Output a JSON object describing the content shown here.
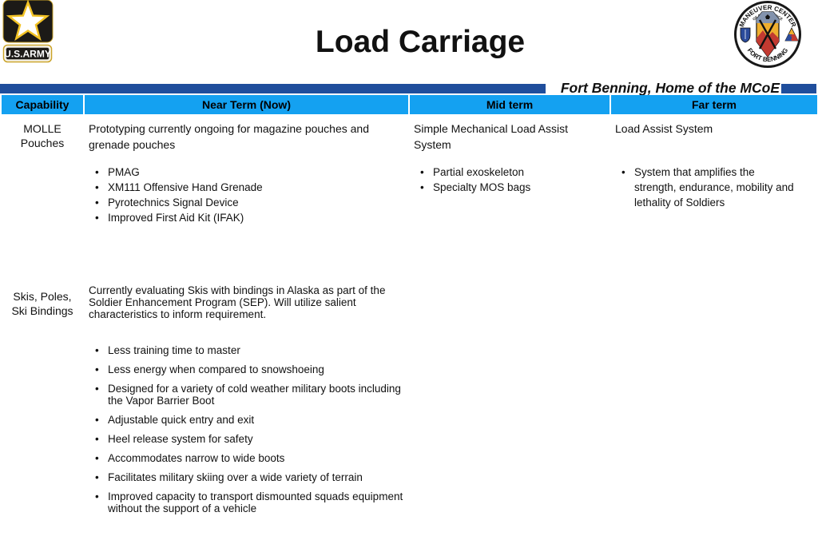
{
  "slide": {
    "title": "Load Carriage",
    "tagline": "Fort Benning, Home of the MCoE",
    "army_logo_text": "U.S.ARMY",
    "badge": {
      "top_text": "MANEUVER CENTER",
      "mid_text": "OF EXCELLENCE",
      "bottom_text": "FORT BENNING"
    },
    "colors": {
      "header_blue": "#14A1F1",
      "bar_navy": "#1F4E9C",
      "army_gold": "#F2C224"
    }
  },
  "table": {
    "headers": [
      "Capability",
      "Near Term (Now)",
      "Mid term",
      "Far term"
    ],
    "rows": [
      {
        "capability": "MOLLE\nPouches",
        "cells": [
          {
            "intro": "Prototyping currently ongoing for magazine pouches and grenade pouches",
            "bullets": [
              "PMAG",
              "XM111 Offensive Hand Grenade",
              "Pyrotechnics Signal Device",
              "Improved First Aid Kit (IFAK)"
            ]
          },
          {
            "intro": "Simple Mechanical Load Assist System",
            "bullets": [
              "Partial exoskeleton",
              "Specialty MOS bags"
            ]
          },
          {
            "intro": "Load Assist System",
            "bullets": [
              "System that amplifies the strength, endurance, mobility and lethality of Soldiers"
            ]
          }
        ]
      },
      {
        "capability": "Skis, Poles,\nSki Bindings",
        "cells": [
          {
            "intro": "Currently evaluating Skis with bindings in Alaska as part of the Soldier Enhancement Program (SEP).  Will utilize salient characteristics to inform requirement.",
            "bullets": [
              "Less training time to master",
              "Less energy when compared to snowshoeing",
              "Designed for a variety of cold weather military boots including the Vapor Barrier Boot",
              "Adjustable quick entry and exit",
              "Heel release system for safety",
              "Accommodates narrow to wide boots",
              "Facilitates military skiing over a wide variety of terrain",
              "Improved capacity to transport dismounted squads equipment without the support of a vehicle"
            ]
          },
          {
            "intro": "",
            "bullets": []
          },
          {
            "intro": "",
            "bullets": []
          }
        ]
      }
    ]
  }
}
